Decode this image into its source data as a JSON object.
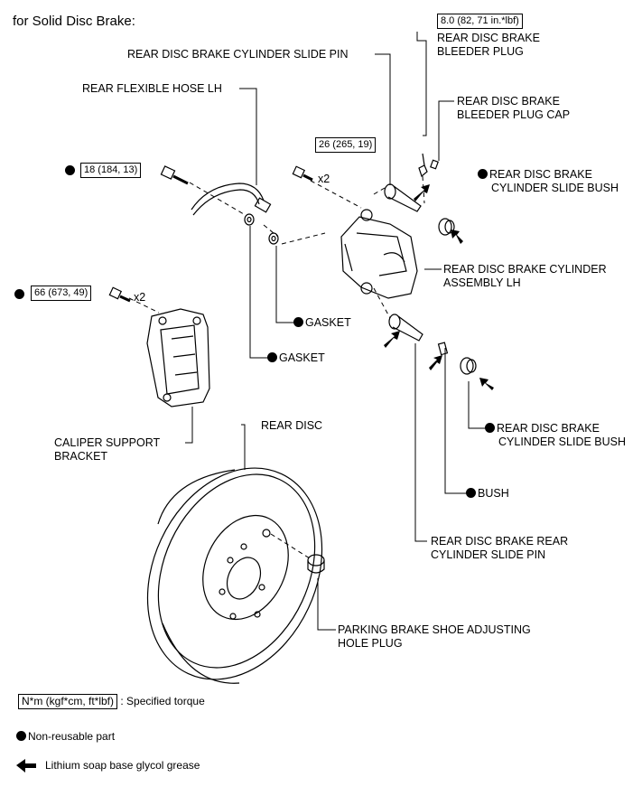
{
  "title": "for Solid Disc Brake:",
  "torques": {
    "bleeder_plug": "8.0 (82, 71 in.*lbf)",
    "cylinder_bolt": "26 (265, 19)",
    "hose_bolt": "18 (184, 13)",
    "support_bolt": "66 (673, 49)"
  },
  "multiplier": "x2",
  "parts": {
    "bleeder_plug": [
      "REAR DISC BRAKE",
      "BLEEDER PLUG"
    ],
    "slide_pin": "REAR DISC BRAKE CYLINDER SLIDE PIN",
    "bleeder_cap": [
      "REAR DISC BRAKE",
      "BLEEDER PLUG CAP"
    ],
    "hose": "REAR FLEXIBLE HOSE LH",
    "slide_bush_upper": [
      "REAR DISC BRAKE",
      "CYLINDER SLIDE BUSH"
    ],
    "cylinder_assembly": [
      "REAR DISC BRAKE CYLINDER",
      "ASSEMBLY LH"
    ],
    "gasket_1": "GASKET",
    "gasket_2": "GASKET",
    "slide_bush_lower": [
      "REAR DISC BRAKE",
      "CYLINDER SLIDE BUSH"
    ],
    "caliper_support": [
      "CALIPER SUPPORT",
      "BRACKET"
    ],
    "rear_disc": "REAR DISC",
    "bush": "BUSH",
    "rear_slide_pin": [
      "REAR DISC BRAKE REAR",
      "CYLINDER SLIDE PIN"
    ],
    "adjusting_plug": [
      "PARKING BRAKE SHOE ADJUSTING",
      "HOLE PLUG"
    ]
  },
  "legend": {
    "torque_box": "N*m (kgf*cm, ft*lbf)",
    "torque_text": ": Specified torque",
    "nonreusable": "Non-reusable part",
    "grease": "Lithium soap base glycol grease"
  }
}
